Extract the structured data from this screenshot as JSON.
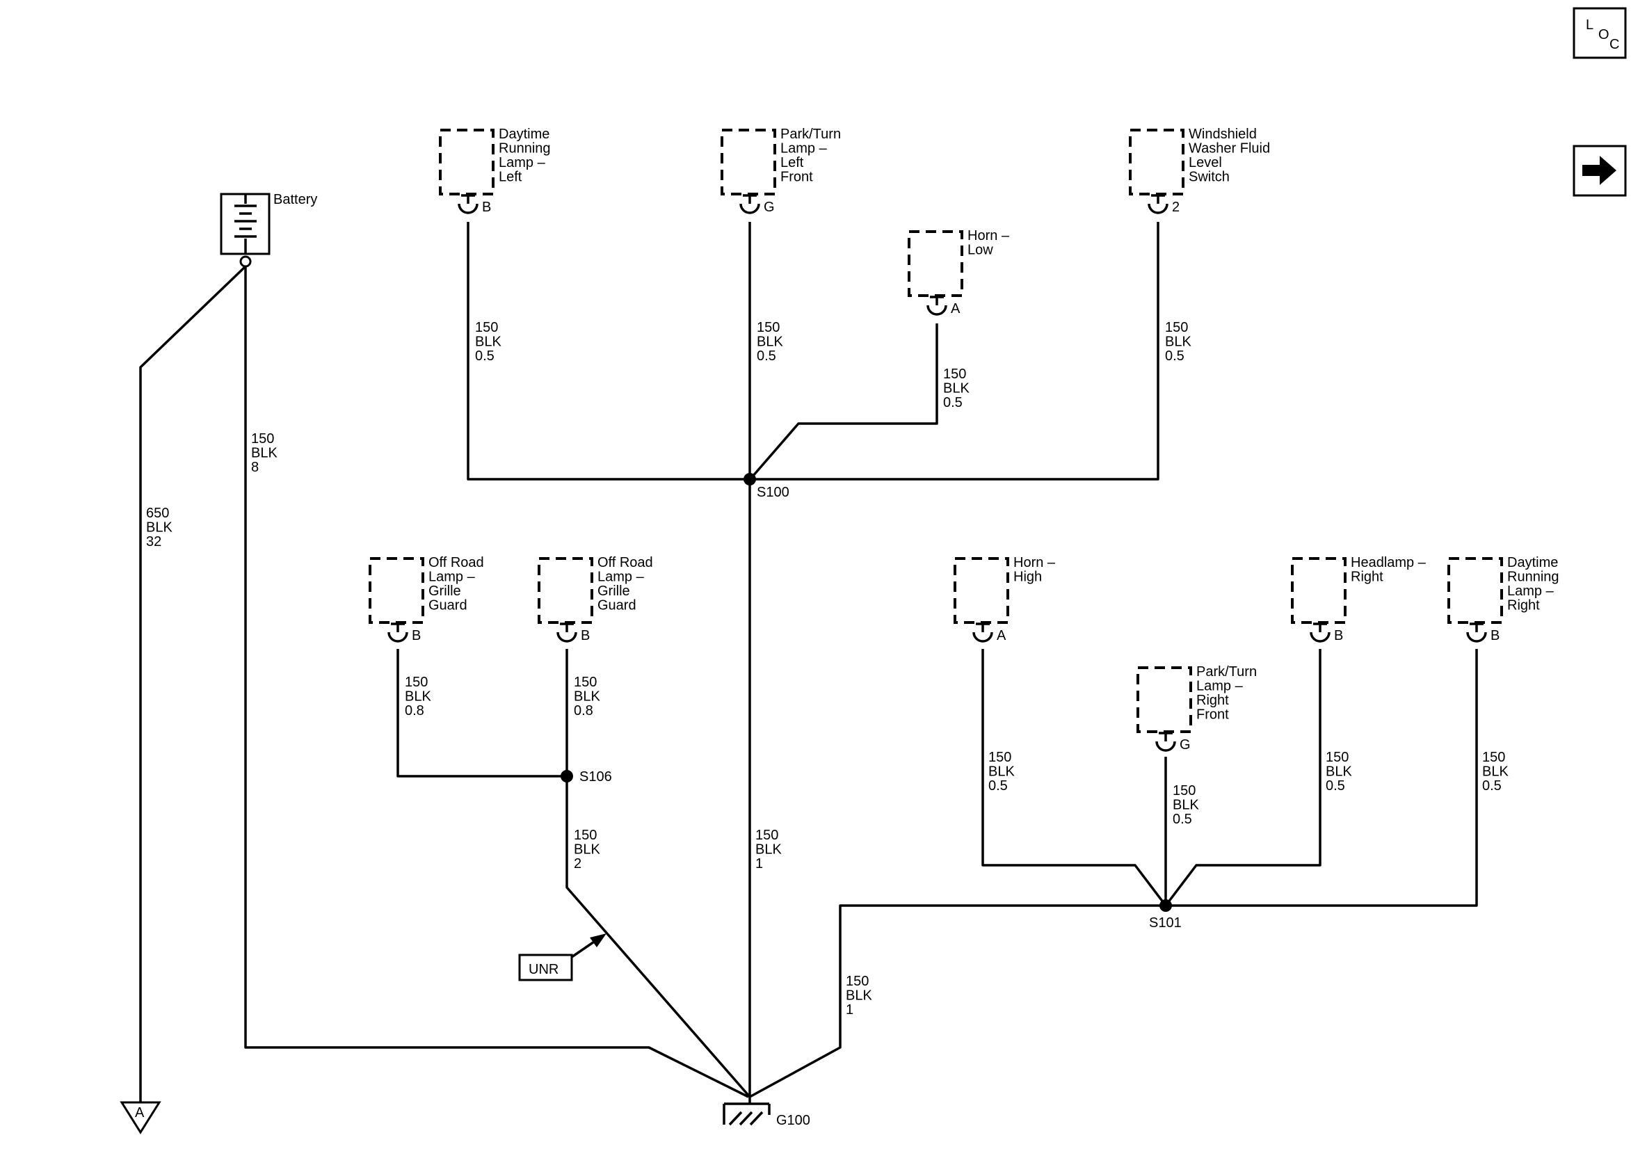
{
  "nav": {
    "loc": {
      "l": "L",
      "o": "O",
      "c": "C"
    },
    "next_icon": "right-arrow-icon"
  },
  "battery": {
    "label": "Battery",
    "icon": "battery-icon"
  },
  "ground": {
    "label": "G100",
    "icon": "ground-icon"
  },
  "offpage": {
    "label": "A",
    "icon": "offpage-triangle-icon"
  },
  "unr": {
    "label": "UNR"
  },
  "splices": {
    "s100": "S100",
    "s101": "S101",
    "s106": "S106"
  },
  "components": [
    {
      "id": "drl_left",
      "lines": [
        "Daytime",
        "Running",
        "Lamp –",
        "Left"
      ],
      "pin": "B"
    },
    {
      "id": "park_left",
      "lines": [
        "Park/Turn",
        "Lamp –",
        "Left",
        "Front"
      ],
      "pin": "G"
    },
    {
      "id": "horn_low",
      "lines": [
        "Horn –",
        "Low"
      ],
      "pin": "A"
    },
    {
      "id": "washer_switch",
      "lines": [
        "Windshield",
        "Washer Fluid",
        "Level",
        "Switch"
      ],
      "pin": "2"
    },
    {
      "id": "offroad_1",
      "lines": [
        "Off Road",
        "Lamp –",
        "Grille",
        "Guard"
      ],
      "pin": "B"
    },
    {
      "id": "offroad_2",
      "lines": [
        "Off Road",
        "Lamp –",
        "Grille",
        "Guard"
      ],
      "pin": "B"
    },
    {
      "id": "horn_high",
      "lines": [
        "Horn –",
        "High"
      ],
      "pin": "A"
    },
    {
      "id": "park_right",
      "lines": [
        "Park/Turn",
        "Lamp –",
        "Right",
        "Front"
      ],
      "pin": "G"
    },
    {
      "id": "headlamp_right",
      "lines": [
        "Headlamp –",
        "Right"
      ],
      "pin": "B"
    },
    {
      "id": "drl_right",
      "lines": [
        "Daytime",
        "Running",
        "Lamp –",
        "Right"
      ],
      "pin": "B"
    }
  ],
  "wires": [
    {
      "id": "w_batt_a",
      "circuit": "650",
      "color": "BLK",
      "size": "32"
    },
    {
      "id": "w_batt_g",
      "circuit": "150",
      "color": "BLK",
      "size": "8"
    },
    {
      "id": "w_drl_left",
      "circuit": "150",
      "color": "BLK",
      "size": "0.5"
    },
    {
      "id": "w_park_left",
      "circuit": "150",
      "color": "BLK",
      "size": "0.5"
    },
    {
      "id": "w_horn_low",
      "circuit": "150",
      "color": "BLK",
      "size": "0.5"
    },
    {
      "id": "w_washer",
      "circuit": "150",
      "color": "BLK",
      "size": "0.5"
    },
    {
      "id": "w_offroad_1",
      "circuit": "150",
      "color": "BLK",
      "size": "0.8"
    },
    {
      "id": "w_offroad_2",
      "circuit": "150",
      "color": "BLK",
      "size": "0.8"
    },
    {
      "id": "w_s106_g100",
      "circuit": "150",
      "color": "BLK",
      "size": "2"
    },
    {
      "id": "w_s100_g100",
      "circuit": "150",
      "color": "BLK",
      "size": "1"
    },
    {
      "id": "w_s101_g100",
      "circuit": "150",
      "color": "BLK",
      "size": "1"
    },
    {
      "id": "w_horn_high",
      "circuit": "150",
      "color": "BLK",
      "size": "0.5"
    },
    {
      "id": "w_park_right",
      "circuit": "150",
      "color": "BLK",
      "size": "0.5"
    },
    {
      "id": "w_headlamp_right",
      "circuit": "150",
      "color": "BLK",
      "size": "0.5"
    },
    {
      "id": "w_drl_right",
      "circuit": "150",
      "color": "BLK",
      "size": "0.5"
    }
  ]
}
